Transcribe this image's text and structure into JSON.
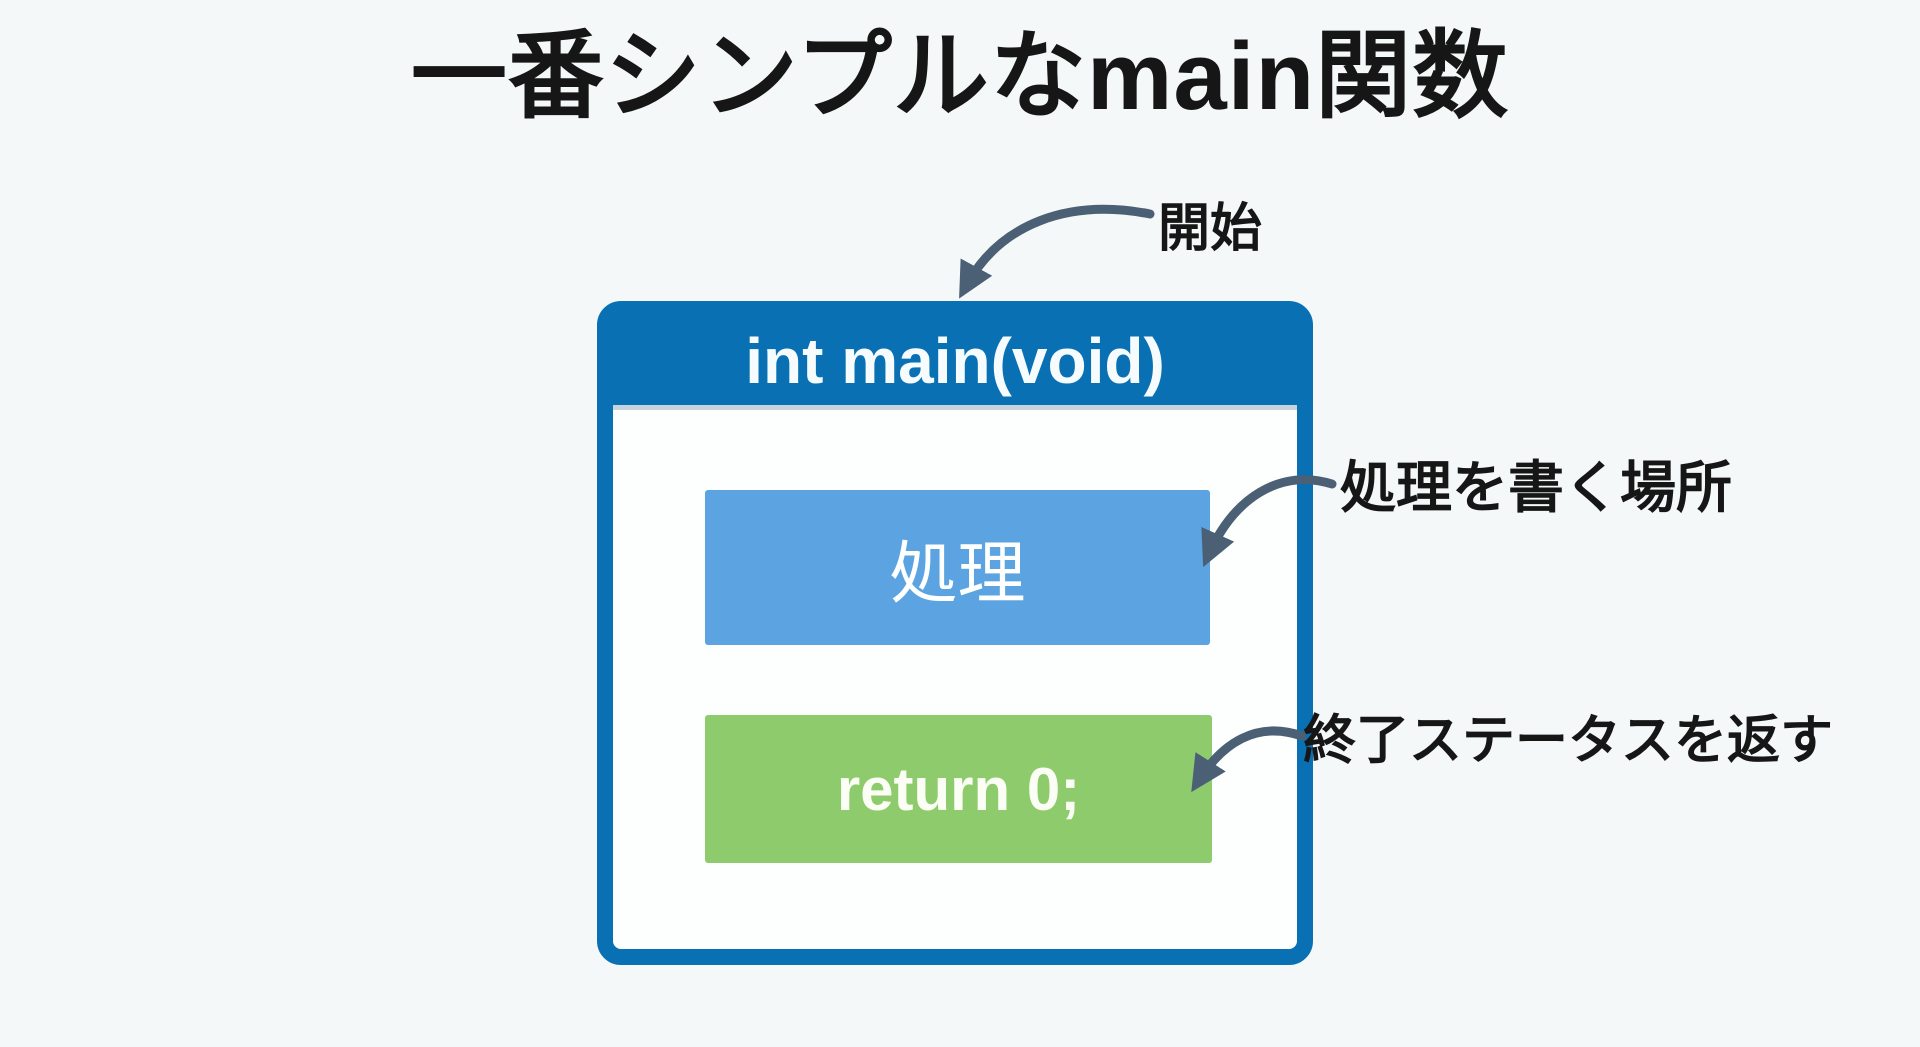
{
  "title": "一番シンプルなmain関数",
  "function_box": {
    "header_label": "int main(void)",
    "process_label": "処理",
    "return_label": "return 0;"
  },
  "annotations": {
    "start_label": "開始",
    "process_note": "処理を書く場所",
    "return_note": "終了ステータスを返す"
  },
  "icons": {
    "start_arrow": "curved-arrow-down-left",
    "process_arrow": "curved-arrow-down-left",
    "return_arrow": "curved-arrow-down-left"
  },
  "colors": {
    "background": "#f4f8f9",
    "box_border": "#0971b3",
    "header_bg": "#0971b3",
    "process_bg": "#5ba4e1",
    "return_bg": "#8ecb6c",
    "arrow": "#4b6075",
    "text_dark": "#161616",
    "text_light": "#f6fbfd"
  }
}
